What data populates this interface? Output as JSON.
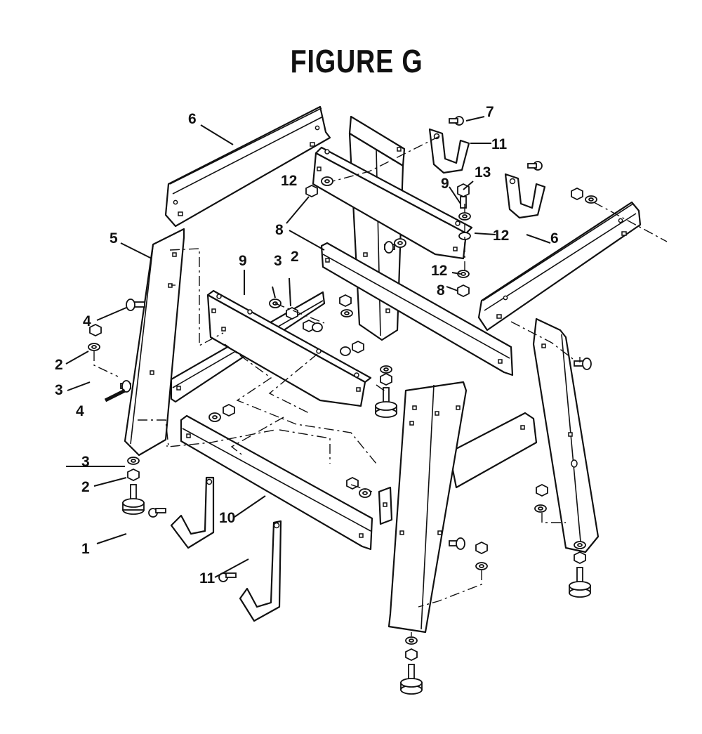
{
  "figure": {
    "title": "FIGURE G"
  },
  "callouts": [
    {
      "label": "1"
    },
    {
      "label": "2"
    },
    {
      "label": "2"
    },
    {
      "label": "2"
    },
    {
      "label": "3"
    },
    {
      "label": "3"
    },
    {
      "label": "3"
    },
    {
      "label": "4"
    },
    {
      "label": "4"
    },
    {
      "label": "5"
    },
    {
      "label": "6"
    },
    {
      "label": "6"
    },
    {
      "label": "7"
    },
    {
      "label": "8"
    },
    {
      "label": "8"
    },
    {
      "label": "9"
    },
    {
      "label": "9"
    },
    {
      "label": "10"
    },
    {
      "label": "11"
    },
    {
      "label": "11"
    },
    {
      "label": "12"
    },
    {
      "label": "12"
    },
    {
      "label": "12"
    },
    {
      "label": "13"
    }
  ]
}
